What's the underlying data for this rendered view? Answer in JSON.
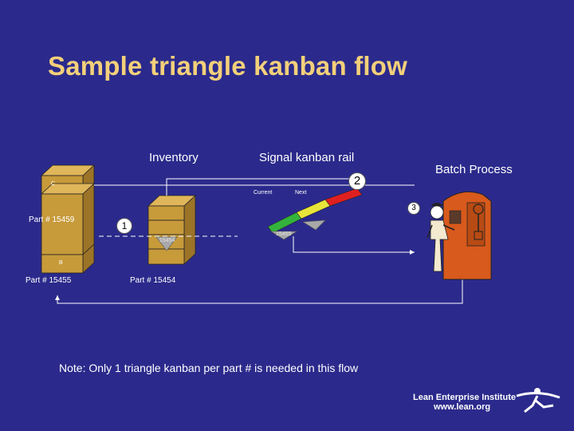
{
  "title": "Sample triangle kanban flow",
  "labels": {
    "inventory": "Inventory",
    "signal_rail": "Signal kanban rail",
    "batch_process": "Batch Process",
    "current": "Current",
    "next": "Next"
  },
  "boxes": {
    "c": {
      "letter": "C"
    },
    "a": {
      "part": "Part # 15459"
    },
    "b": {
      "letter": "B",
      "part": "Part # 15455"
    },
    "stack": {
      "part": "Part # 15454",
      "triangle_label": "15454"
    }
  },
  "rail_triangle_label": "15455",
  "steps": {
    "one": "1",
    "two": "2",
    "three": "3"
  },
  "note": "Note: Only 1 triangle kanban per part # is needed in this flow",
  "logo": {
    "name": "Lean Enterprise Institute",
    "url": "www.lean.org"
  },
  "colors": {
    "background": "#2b2a8c",
    "title": "#f3d07a",
    "box": "#c79a3a",
    "rail_green": "#34b33c",
    "rail_yellow": "#e8e43a",
    "rail_red": "#e02020",
    "machine": "#d85a1c"
  }
}
